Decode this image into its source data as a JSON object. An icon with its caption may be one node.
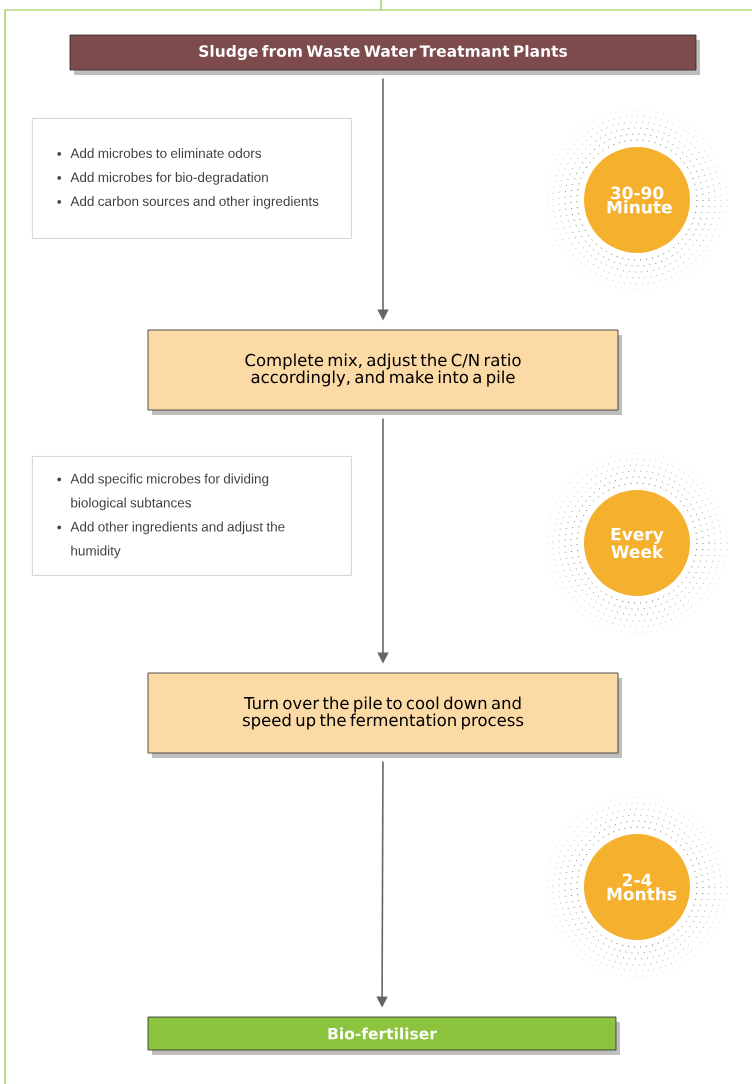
{
  "diagram": {
    "nodes": [
      {
        "text": [
          "Sludge from Waste Water Treatmant Plants"
        ]
      },
      {
        "text": [
          "Add microbes to eliminate odors",
          "Add microbes for bio-degradation",
          "Add carbon sources and other ingredients"
        ]
      },
      {
        "text": [
          "30-90 Minute"
        ]
      },
      {
        "text": [
          "Complete mix, adjust the C/N ratio accordingly, and make into a pile"
        ]
      },
      {
        "text": [
          "Add specific microbes for dividing biological subtances",
          "Add other ingredients and adjust the humidity"
        ]
      },
      {
        "text": [
          "Every Week"
        ]
      },
      {
        "text": [
          "Turn over the pile to cool down and speed up the fermentation process"
        ]
      },
      {
        "text": [
          "2-4 Months"
        ]
      },
      {
        "text": [
          "Bio-fertiliser"
        ]
      }
    ],
    "edges": [
      {
        "from": 0,
        "to": 3,
        "arrow": "to"
      },
      {
        "from": 3,
        "to": 6,
        "arrow": "to"
      },
      {
        "from": 6,
        "to": 8,
        "arrow": "to"
      }
    ]
  }
}
